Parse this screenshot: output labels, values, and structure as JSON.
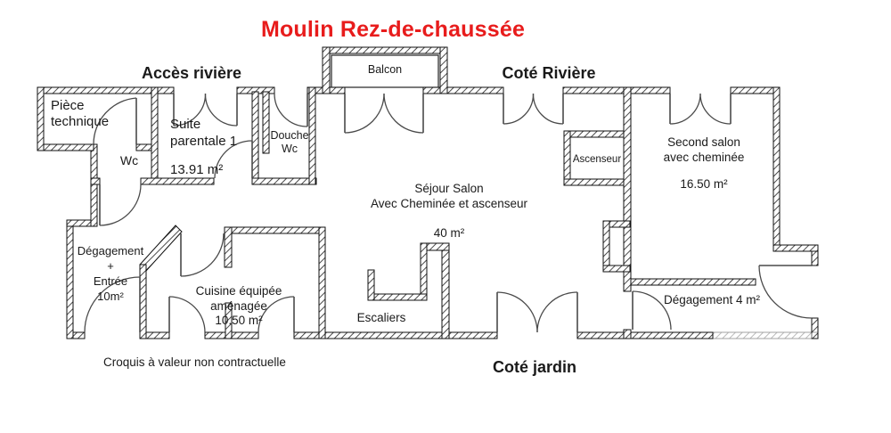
{
  "title": {
    "text": "Moulin Rez-de-chaussée",
    "accent_color": "#e81c1c"
  },
  "orientation": {
    "top_left": "Accès rivière",
    "top_right": "Coté Rivière",
    "bottom": "Coté jardin"
  },
  "disclaimer": "Croquis à valeur non contractuelle",
  "rooms": {
    "balcon": {
      "name": "Balcon"
    },
    "piece_technique": {
      "name": "Pièce\ntechnique"
    },
    "wc": {
      "name": "Wc"
    },
    "suite_parentale": {
      "name": "Suite\nparentale 1",
      "area": "13.91 m²"
    },
    "douche_wc": {
      "name": "Douche\nWc"
    },
    "sejour": {
      "name": "Séjour Salon\nAvec Cheminée et ascenseur",
      "area": "40 m²"
    },
    "ascenseur": {
      "name": "Ascenseur"
    },
    "second_salon": {
      "name": "Second salon\navec cheminée",
      "area": "16.50 m²"
    },
    "degagement_entree": {
      "name": "Dégagement\n+\nEntrée",
      "area": "10m²"
    },
    "cuisine": {
      "name": "Cuisine équipée\naménagée",
      "area": "10.50 m²"
    },
    "escaliers": {
      "name": "Escaliers"
    },
    "degagement_4": {
      "name": "Dégagement 4 m²"
    }
  }
}
